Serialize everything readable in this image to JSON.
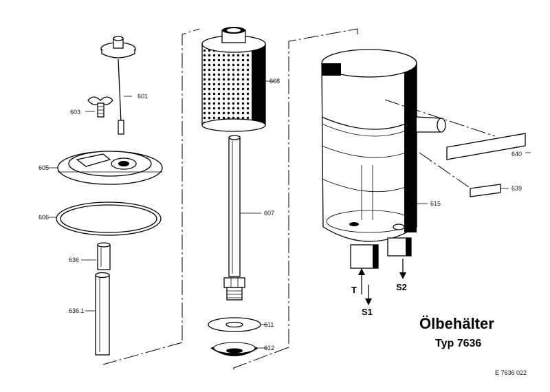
{
  "title": {
    "line1": "Ölbehälter",
    "line2": "Typ 7636"
  },
  "drawing_number": "E 7636 022",
  "flow_labels": {
    "t": "T",
    "s1": "S1",
    "s2": "S2"
  },
  "part_labels": {
    "p601": "601",
    "p603": "603",
    "p605": "605",
    "p606": "606",
    "p636": "636",
    "p6361": "636.1",
    "p608": "608",
    "p607": "607",
    "p611": "611",
    "p612": "612",
    "p615": "615",
    "p640": "640",
    "p639": "639"
  }
}
